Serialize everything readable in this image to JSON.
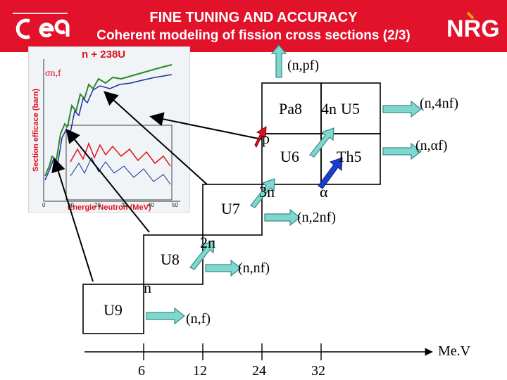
{
  "header": {
    "title": "FINE TUNING AND ACCURACY",
    "subtitle": "Coherent modeling of fission cross sections (2/3)",
    "cea_logo_icon": "cea-logo",
    "nrg_logo_icon": "nrg-logo",
    "background_color": "#e1122a"
  },
  "inset_plot": {
    "title": "n + 238U",
    "ylabel": "Section efficace (barn)",
    "xlabel": "Energie Neutron (MeV)",
    "x_ticks": [
      "0",
      "10",
      "20",
      "30",
      "40",
      "50"
    ],
    "legend_sigma": "σn,f"
  },
  "nuclei": {
    "u9": "U9",
    "u8": "U8",
    "u7": "U7",
    "u6": "U6",
    "pa8": "Pa8",
    "th5": "Th5",
    "u5": "U5"
  },
  "emissions": {
    "n": "n",
    "two_n": "2n",
    "three_n": "3n",
    "four_n": "4n",
    "p": "p",
    "alpha": "α"
  },
  "reactions": {
    "nf": "(n,f)",
    "nnf": "(n,nf)",
    "n2nf": "(n,2nf)",
    "npf": "(n,pf)",
    "n4nf": "(n,4nf)",
    "naf": "(n,αf)"
  },
  "energy_axis": {
    "unit": "Me.V",
    "ticks": [
      "6",
      "12",
      "24",
      "32"
    ]
  },
  "colors": {
    "teal_arrow": "#7fd8d0",
    "blue_arrow": "#1a3fcf",
    "red_arrow": "#e0101a"
  }
}
